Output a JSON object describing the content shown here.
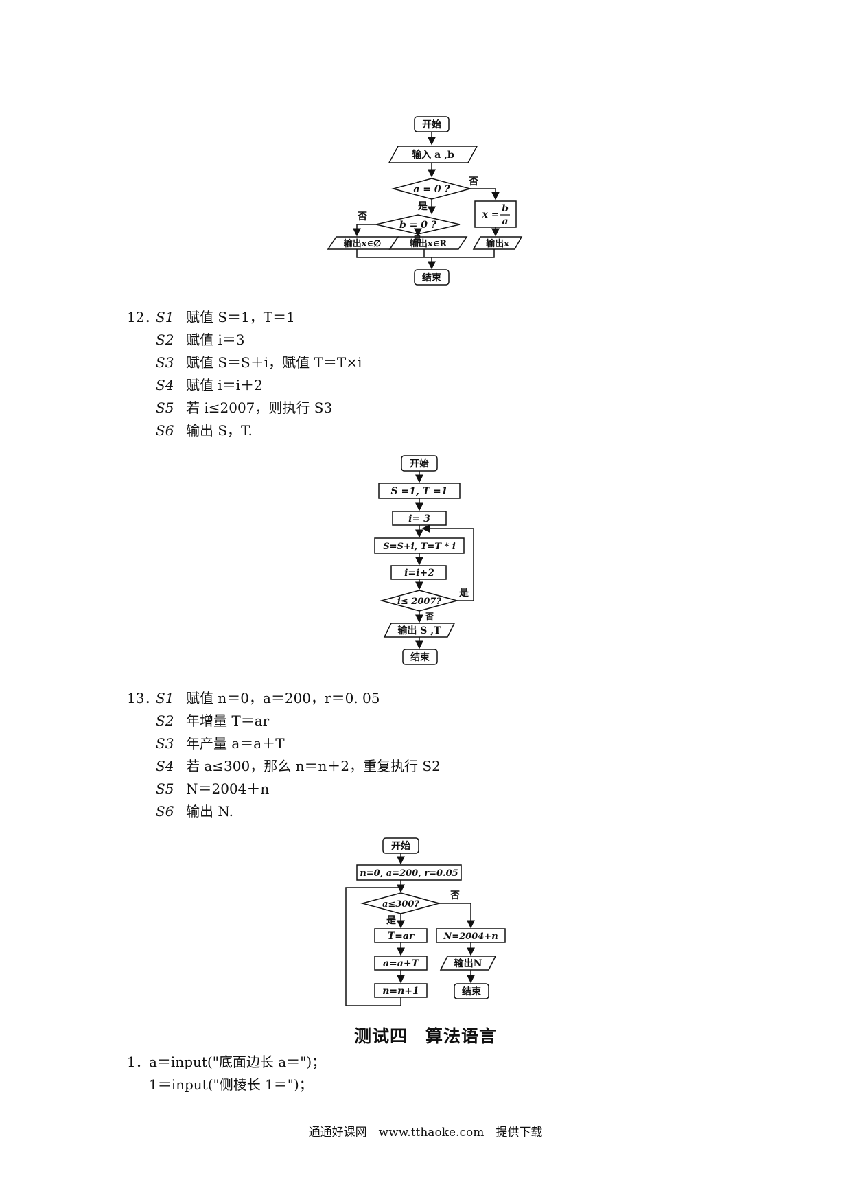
{
  "flowchart1": {
    "start": "开始",
    "input": "输入 a ,b",
    "cond1": "a = 0 ?",
    "yes1": "是",
    "no1": "否",
    "assign_x": "x =",
    "frac_num": "b",
    "frac_den": "a",
    "cond2": "b = 0 ?",
    "yes2": "是",
    "no2": "否",
    "out_empty": "输出x∈∅",
    "out_r": "输出x∈R",
    "out_x": "输出x",
    "end": "结束"
  },
  "problem12": {
    "num": "12．",
    "steps": [
      {
        "id": "S1",
        "text": "赋值 S＝1，T＝1"
      },
      {
        "id": "S2",
        "text": "赋值 i＝3"
      },
      {
        "id": "S3",
        "text": "赋值 S＝S＋i，赋值 T＝T×i"
      },
      {
        "id": "S4",
        "text": "赋值 i＝i＋2"
      },
      {
        "id": "S5",
        "text": "若 i≤2007，则执行 S3"
      },
      {
        "id": "S6",
        "text": "输出 S，T."
      }
    ]
  },
  "flowchart2": {
    "start": "开始",
    "init": "S =1, T =1",
    "i_init": "i= 3",
    "update": "S=S+i, T=T * i",
    "inc": "i=i+2",
    "cond": "i≤ 2007?",
    "yes": "是",
    "no": "否",
    "output": "输出 S ,T",
    "end": "结束"
  },
  "problem13": {
    "num": "13．",
    "steps": [
      {
        "id": "S1",
        "text": "赋值 n＝0，a＝200，r＝0. 05"
      },
      {
        "id": "S2",
        "text": "年增量 T＝ar"
      },
      {
        "id": "S3",
        "text": "年产量 a＝a＋T"
      },
      {
        "id": "S4",
        "text": "若 a≤300，那么 n＝n＋2，重复执行 S2"
      },
      {
        "id": "S5",
        "text": "N＝2004＋n"
      },
      {
        "id": "S6",
        "text": "输出 N."
      }
    ]
  },
  "flowchart3": {
    "start": "开始",
    "init": "n=0, a=200, r=0.05",
    "cond": "a≤300?",
    "yes": "是",
    "no": "否",
    "t_assign": "T=ar",
    "a_assign": "a=a+T",
    "n_assign": "n=n+1",
    "n_final": "N=2004+n",
    "output": "输出N",
    "end": "结束"
  },
  "section_heading": "测试四　算法语言",
  "problem1": {
    "num": "1．",
    "line1": "a＝input(\"底面边长 a＝\")；",
    "line2": "1＝input(\"侧棱长 1＝\")；"
  },
  "footer": "通通好课网　www.tthaoke.com　提供下载"
}
